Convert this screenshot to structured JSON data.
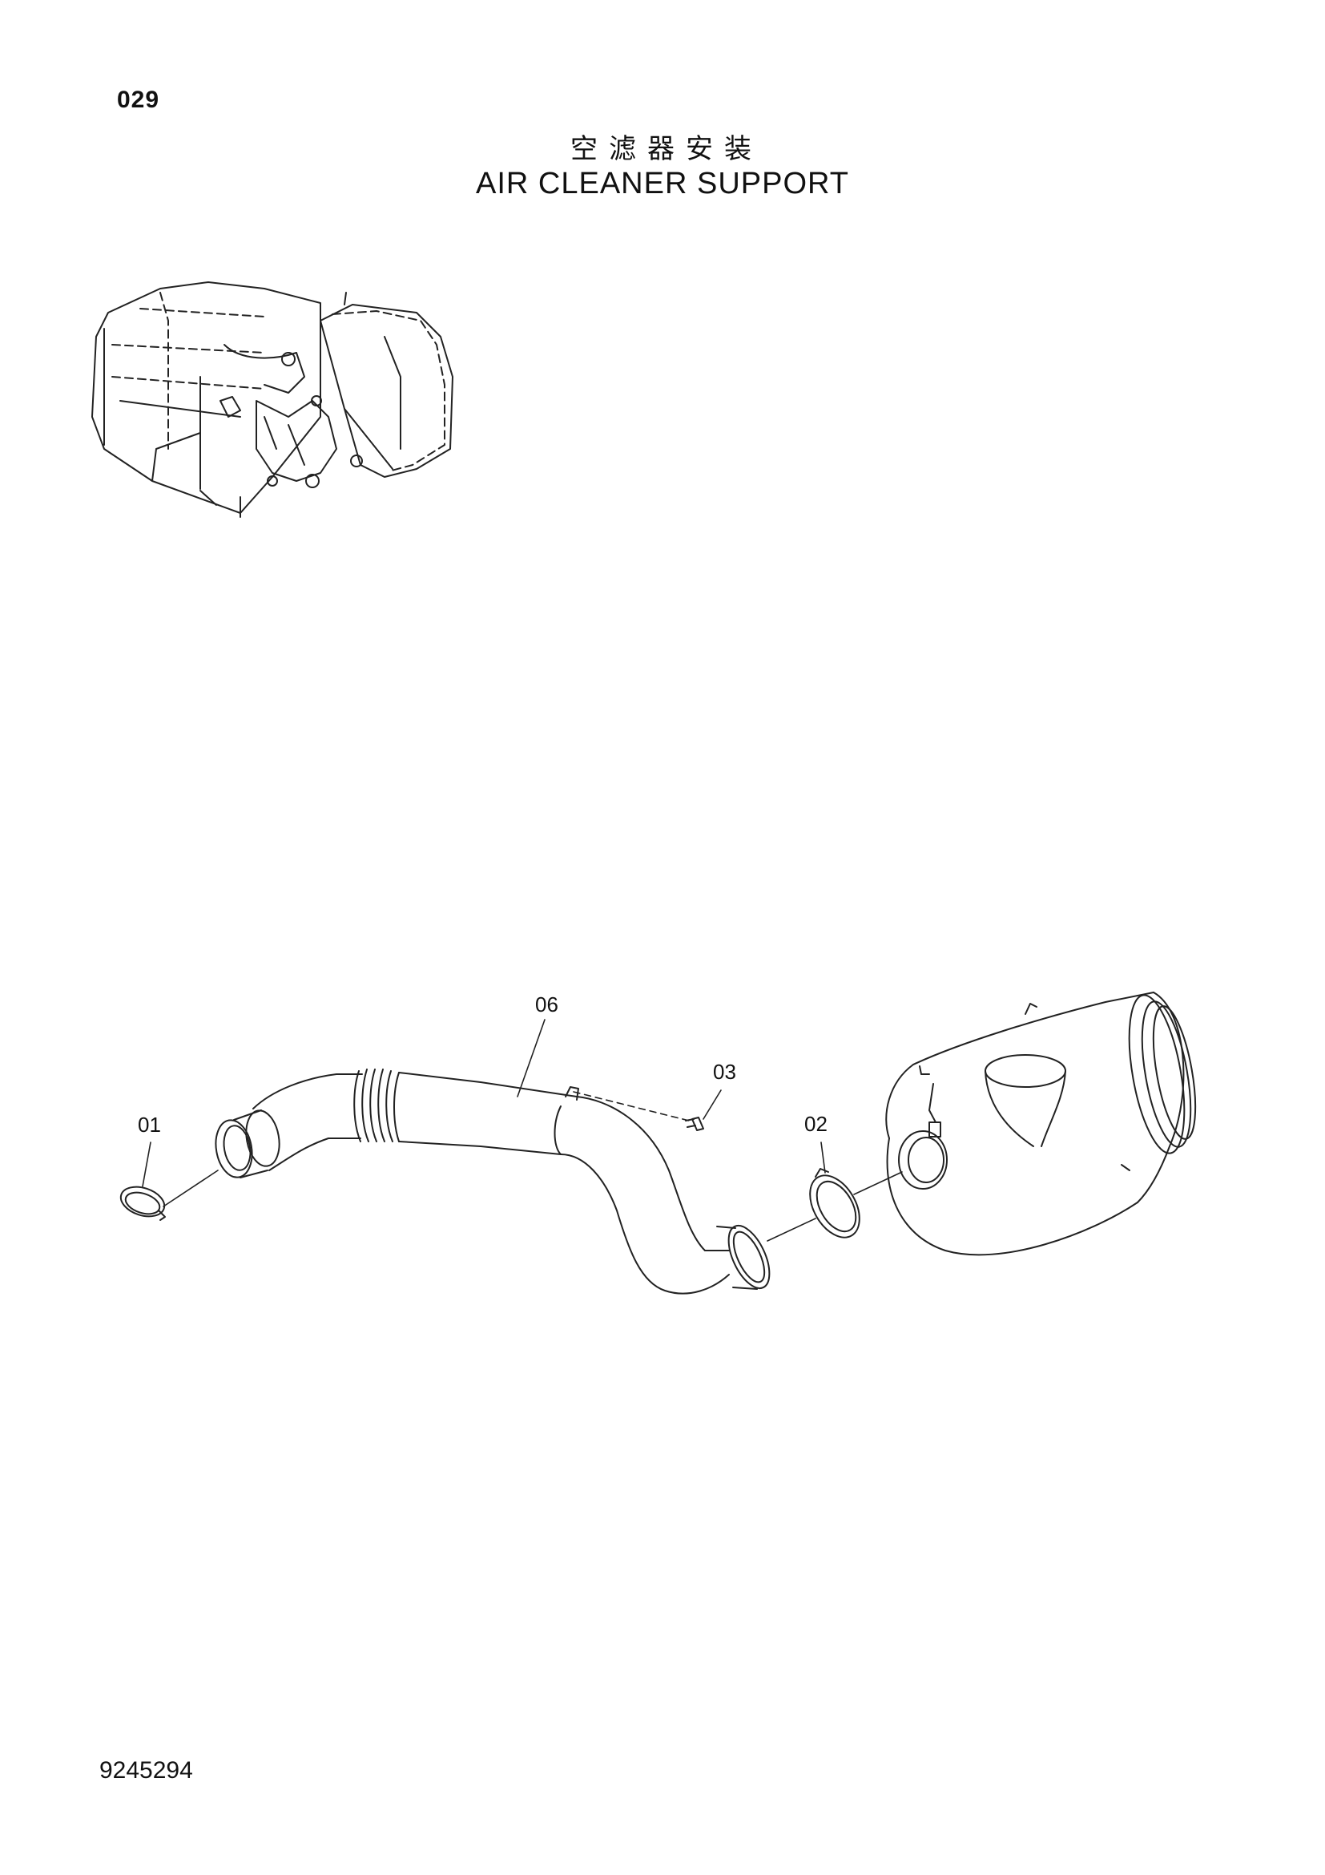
{
  "header": {
    "page_number": "029",
    "title_cn": "空滤器安装",
    "title_en": "AIR CLEANER SUPPORT"
  },
  "callouts": {
    "c01": "01",
    "c02": "02",
    "c03": "03",
    "c06": "06"
  },
  "footer": {
    "doc_number": "9245294"
  }
}
